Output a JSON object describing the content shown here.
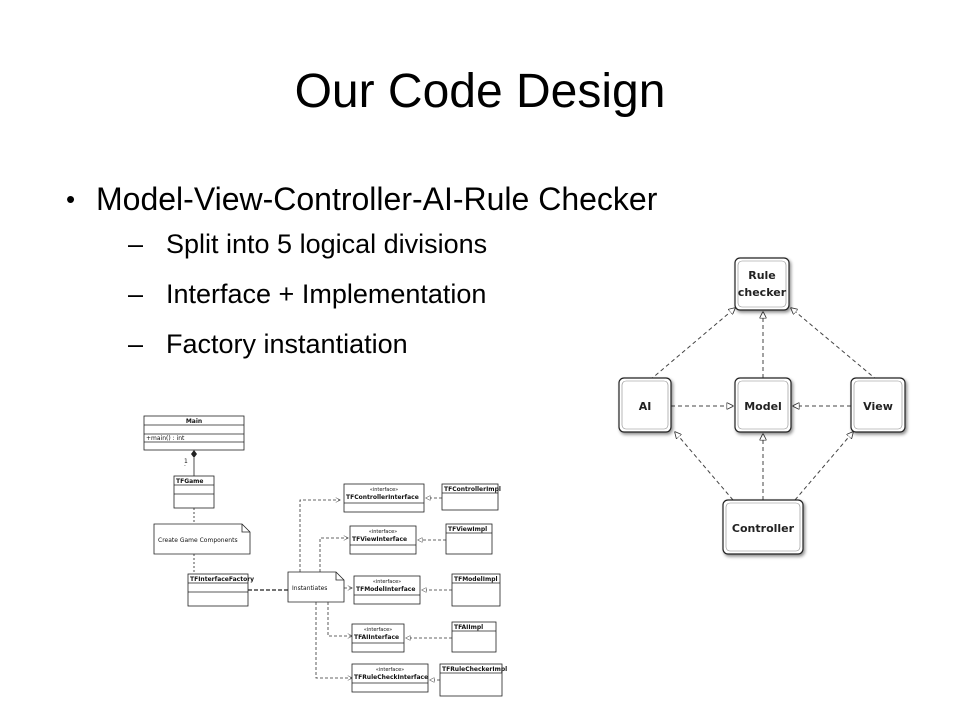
{
  "slide": {
    "title": "Our Code Design",
    "bullet_symbol": "•",
    "bullet": "Model-View-Controller-AI-Rule Checker",
    "sub_dash": "–",
    "sub_bullets": [
      "Split into 5 logical divisions",
      "Interface + Implementation",
      "Factory instantiation"
    ]
  },
  "mvc_diagram": {
    "rule_checker_line1": "Rule",
    "rule_checker_line2": "checker",
    "ai": "AI",
    "model": "Model",
    "view": "View",
    "controller": "Controller"
  },
  "uml_diagram": {
    "main": "Main",
    "main_op": "+main() : int",
    "multiplicity": "1",
    "tfgame": "TFGame",
    "note_create": "Create Game Components",
    "factory": "TFInterfaceFactory",
    "note_instantiates": "Instantiates",
    "stereotype": "«interface»",
    "interfaces": [
      "TFControllerInterface",
      "TFViewInterface",
      "TFModelInterface",
      "TFAIInterface",
      "TFRuleCheckInterface"
    ],
    "impls": [
      "TFControllerImpl",
      "TFViewImpl",
      "TFModelImpl",
      "TFAIImpl",
      "TFRuleCheckerImpl"
    ]
  }
}
